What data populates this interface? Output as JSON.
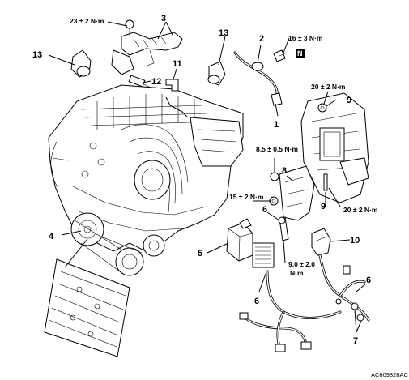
{
  "callouts": {
    "c1": "1",
    "c2": "2",
    "c3": "3",
    "c4": "4",
    "c5": "5",
    "c6a": "6",
    "c6b": "6",
    "c6c": "6",
    "c7": "7",
    "c8": "8",
    "c9a": "9",
    "c9b": "9",
    "c10": "10",
    "c11": "11",
    "c12": "12",
    "c13a": "13",
    "c13b": "13"
  },
  "torques": {
    "t23": "23 ± 2 N·m",
    "t16": "16 ± 3 N·m",
    "t20a": "20 ± 2 N·m",
    "t8_5": "8.5 ± 0.5 N·m",
    "t15": "15 ± 2 N·m",
    "t20b": "20 ± 2 N·m",
    "t9_0_line1": "9.0 ± 2.0",
    "t9_0_line2": "N·m"
  },
  "n_box_label": "N",
  "figure_code": "AC609328AC"
}
